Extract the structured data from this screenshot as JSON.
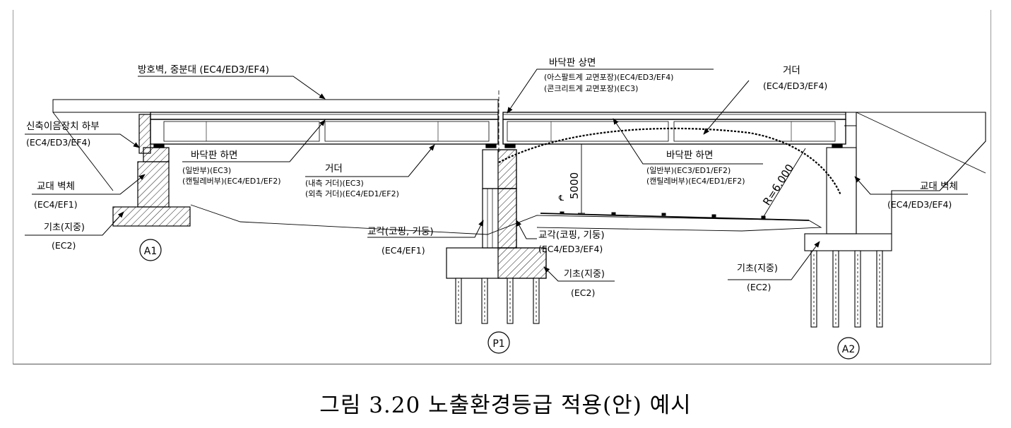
{
  "labels": {
    "guard_wall": "방호벽, 중분대 (EC4/ED3/EF4)",
    "deck_top": "바닥판 상면",
    "deck_top_asphalt": "(아스팔트계 교면포장)(EC4/ED3/EF4)",
    "deck_top_concrete": "(콘크리트계 교면포장)(EC3)",
    "girder_right": "거더",
    "girder_right_class": "(EC4/ED3/EF4)",
    "joint_title": "신축이음장치 하부",
    "joint_class": "(EC4/ED3/EF4)",
    "deck_bottom_left": "바닥판 하면",
    "deck_bottom_left_general": "(일반부)(EC3)",
    "deck_bottom_left_cantilever": "(캔틸레버부)(EC4/ED1/EF2)",
    "girder_mid": "거더",
    "girder_mid_inner": "(내측 거더)(EC3)",
    "girder_mid_outer": "(외측 거더)(EC4/ED1/EF2)",
    "deck_bottom_right": "바닥판 하면",
    "deck_bottom_right_general": "(일반부)(EC3/ED1/EF2)",
    "deck_bottom_right_cantilever": "(캔틸레버부)(EC4/ED1/EF2)",
    "abutment_left": "교대 벽체",
    "abutment_left_class": "(EC4/EF1)",
    "abutment_right": "교대 벽체",
    "abutment_right_class": "(EC4/ED3/EF4)",
    "footing_left": "기초(지중)",
    "footing_left_class": "(EC2)",
    "pier_left": "교각(코핑, 기둥)",
    "pier_left_class": "(EC4/EF1)",
    "pier_right": "교각(코핑, 기둥)",
    "pier_right_class": "(EC4/ED3/EF4)",
    "footing_pier": "기초(지중)",
    "footing_pier_class": "(EC2)",
    "footing_right": "기초(지중)",
    "footing_right_class": "(EC2)",
    "dim_height": "5000",
    "dim_radius": "R=6.000",
    "centerline_mark": "℄",
    "support_a1": "A1",
    "support_p1": "P1",
    "support_a2": "A2"
  },
  "caption": "그림 3.20 노출환경등급 적용(안) 예시"
}
